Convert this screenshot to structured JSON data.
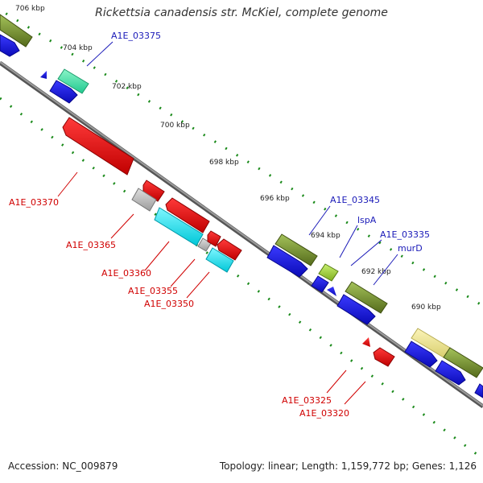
{
  "title": "Rickettsia canadensis str. McKiel, complete genome",
  "footer": {
    "accession": "Accession: NC_009879",
    "topology": "Topology: linear; Length: 1,159,772 bp; Genes: 1,126"
  },
  "scale_ticks": [
    "706 kbp",
    "704 kbp",
    "702 kbp",
    "700 kbp",
    "698 kbp",
    "696 kbp",
    "694 kbp",
    "692 kbp",
    "690 kbp"
  ],
  "genes_red": [
    "A1E_03370",
    "A1E_03365",
    "A1E_03360",
    "A1E_03355",
    "A1E_03350",
    "A1E_03325",
    "A1E_03320"
  ],
  "genes_blue": [
    "A1E_03375",
    "A1E_03345",
    "lspA",
    "A1E_03335",
    "murD"
  ],
  "colors": {
    "backbone": "#777777",
    "dots": "#1a8a1a",
    "forward_cds": "#1414e6",
    "reverse_cds": "#e01010",
    "olive": "#6b8e23",
    "cyan": "#00e5ee",
    "gray": "#bdbdbd",
    "aquamarine": "#3ee8a8",
    "khaki": "#ece48a",
    "lime": "#9acd32"
  }
}
